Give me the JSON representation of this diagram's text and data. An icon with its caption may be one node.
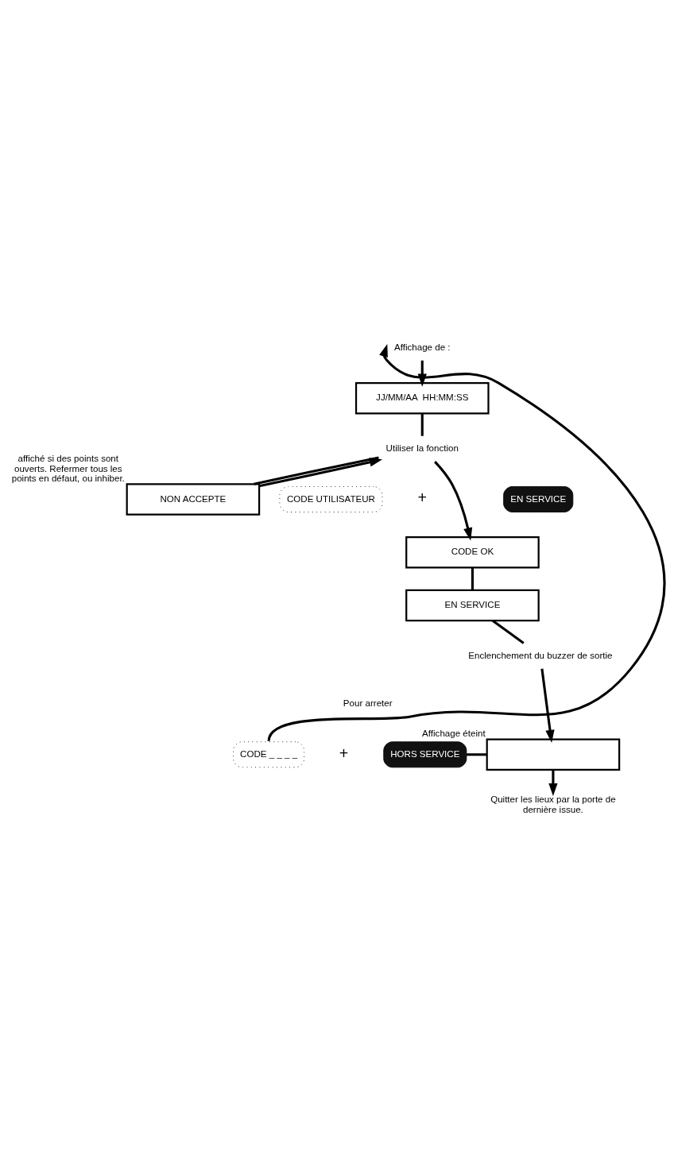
{
  "diagram": {
    "nodes": [
      {
        "text": [
          "Affichage de :"
        ]
      },
      {
        "text": [
          "JJ/MM/AA  HH:MM:SS"
        ]
      },
      {
        "text": [
          "Utiliser la fonction"
        ]
      },
      {
        "text": [
          "CODE UTILISATEUR"
        ]
      },
      {
        "text": [
          "EN SERVICE"
        ]
      },
      {
        "text": [
          "NON ACCEPTE"
        ],
        "beside": [
          "affiché si des points sont ouverts. Refermer tous les points en défaut, ou inhiber."
        ]
      },
      {
        "text": [
          "CODE OK"
        ]
      },
      {
        "text": [
          "EN SERVICE"
        ]
      },
      {
        "text": [
          "Enclenchement du buzzer de sortie"
        ]
      },
      {
        "text": [],
        "shape": "box",
        "beside": [
          "Affichage éteint"
        ]
      },
      {
        "text": [
          "CODE _ _ _ _"
        ]
      },
      {
        "text": [
          "HORS SERVICE"
        ]
      },
      {
        "text": [
          "Quitter les lieux par la porte de dernière issue."
        ]
      }
    ],
    "edges": [
      {
        "from": 0,
        "to": 1,
        "arrow": "to"
      },
      {
        "from": 1,
        "to": 2,
        "arrow": "none"
      },
      {
        "from": 2,
        "to": 6,
        "arrow": "to"
      },
      {
        "from": 2,
        "to": 5,
        "arrow": "none"
      },
      {
        "from": 5,
        "to": 2,
        "arrow": "to"
      },
      {
        "from": 6,
        "to": 7,
        "arrow": "none"
      },
      {
        "from": 7,
        "to": 8,
        "arrow": "none"
      },
      {
        "from": 8,
        "to": 9,
        "arrow": "to"
      },
      {
        "from": 9,
        "to": 12,
        "arrow": "to"
      },
      {
        "from": 11,
        "to": 9,
        "arrow": "none"
      },
      {
        "from": 10,
        "to": 0,
        "arrow": "to"
      }
    ],
    "labels": [
      "+",
      "Pour arreter",
      "+"
    ]
  }
}
